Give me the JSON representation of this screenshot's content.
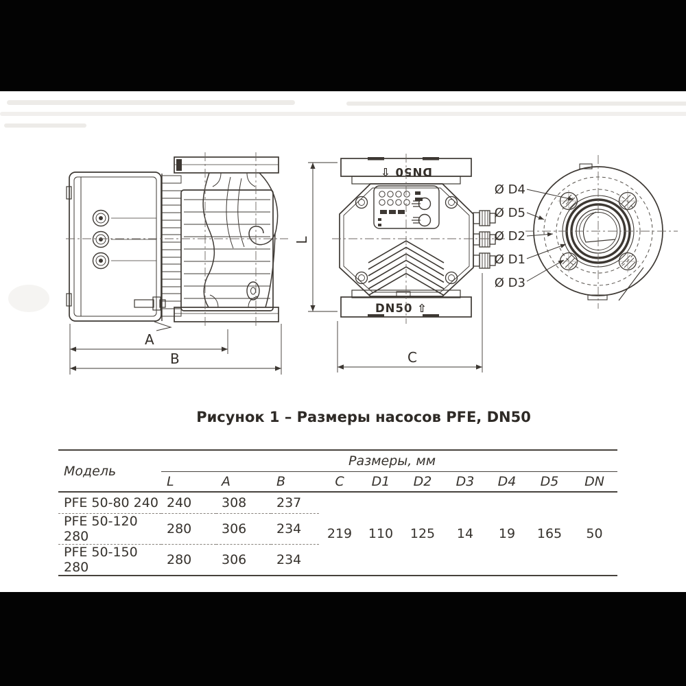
{
  "figure": {
    "caption": "Рисунок 1 – Размеры насосов PFE, DN50",
    "dimension_labels": {
      "a": "A",
      "b": "B",
      "c": "C",
      "l": "L"
    },
    "front_view": {
      "port_top": "DN50 ⇧",
      "port_bottom": "DN50 ⇧"
    },
    "flange_labels": {
      "d4": "Ø D4",
      "d5": "Ø D5",
      "d2": "Ø D2",
      "d1": "Ø D1",
      "d3": "Ø D3"
    }
  },
  "table": {
    "model_header": "Модель",
    "group_header": "Размеры, мм",
    "columns": [
      "L",
      "A",
      "B",
      "C",
      "D1",
      "D2",
      "D3",
      "D4",
      "D5",
      "DN"
    ],
    "rows": [
      {
        "model": "PFE 50-80 240",
        "L": "240",
        "A": "308",
        "B": "237"
      },
      {
        "model": "PFE 50-120 280",
        "L": "280",
        "A": "306",
        "B": "234"
      },
      {
        "model": "PFE 50-150 280",
        "L": "280",
        "A": "306",
        "B": "234"
      }
    ],
    "shared": {
      "C": "219",
      "D1": "110",
      "D2": "125",
      "D3": "14",
      "D4": "19",
      "D5": "165",
      "DN": "50"
    }
  },
  "colors": {
    "ink": "#3d3833",
    "text": "#332e29",
    "background": "#ffffff",
    "band": "#030303"
  }
}
